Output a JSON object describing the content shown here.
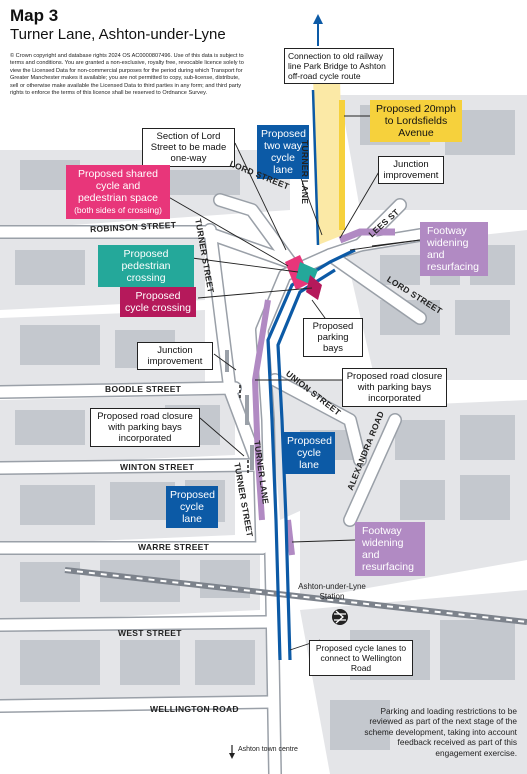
{
  "header": {
    "title": "Map 3",
    "subtitle": "Turner Lane, Ashton-under-Lyne"
  },
  "copyright": "© Crown copyright and database rights 2024 OS AC0000807496. Use of this data is subject to terms and conditions. You are granted a non-exclusive, royalty free, revocable licence solely to view the Licensed Data for non-commercial purposes for the period during which Transport for Greater Manchester makes it available; you are not permitted to copy, sub-license, distribute, sell or otherwise make available the Licensed Data to third parties in any form; and third party rights to enforce the terms of this licence shall be reserved to Ordnance Survey.",
  "callouts": {
    "railway": "Connection to old railway line Park Bridge to Ashton off-road cycle route",
    "twenty_mph": "Proposed 20mph to Lordsfields Avenue",
    "lord_street_oneway": "Section of Lord Street to be made one-way",
    "two_way_cycle": "Proposed two way cycle lane",
    "junction_top": "Junction improvement",
    "shared_space": "Proposed shared cycle and pedestrian space",
    "shared_space_note": "(both sides of crossing)",
    "footway_top": "Footway widening and resurfacing",
    "ped_crossing": "Proposed pedestrian crossing",
    "cycle_crossing": "Proposed cycle crossing",
    "parking_bays": "Proposed parking bays",
    "junction_mid": "Junction improvement",
    "road_closure_right": "Proposed road closure with parking bays incorporated",
    "road_closure_left": "Proposed road closure with parking bays incorporated",
    "cycle_lane_right": "Proposed cycle lane",
    "cycle_lane_left": "Proposed cycle lane",
    "footway_bottom": "Footway widening and resurfacing",
    "cycle_lanes_wellington": "Proposed cycle lanes to connect to Wellington Road"
  },
  "streets": {
    "turner_lane_top": "TURNER LANE",
    "lord_street_left": "LORD STREET",
    "lees_st": "LEES ST",
    "robinson_street": "ROBINSON STREET",
    "turner_street_top": "TURNER STREET",
    "lord_street_right": "LORD STREET",
    "boodle_street": "BOODLE STREET",
    "union_street": "UNION STREET",
    "alexandra_road": "ALEXANDRA ROAD",
    "turner_lane_mid": "TURNER LANE",
    "winton_street": "WINTON STREET",
    "turner_street_bottom": "TURNER STREET",
    "warre_street": "WARRE STREET",
    "west_street": "WEST STREET",
    "wellington_road": "WELLINGTON ROAD"
  },
  "station_label": "Ashton-under-Lyne Station",
  "footnote": "Parking and loading restrictions to be reviewed as part of the next stage of the scheme development, taking into account feedback received as part of this engagement exercise.",
  "bottom_note": "Ashton town centre",
  "colors": {
    "cycle_lane": "#0c5aa6",
    "off_road_route": "#fbe9a6",
    "shared_space": "#e8367a",
    "ped_crossing": "#24a89a",
    "cycle_crossing": "#b5195b",
    "footway": "#b18ac3",
    "twenty_mph": "#f6d13c",
    "building": "#c9ccd1",
    "block": "#e6e7e9"
  }
}
